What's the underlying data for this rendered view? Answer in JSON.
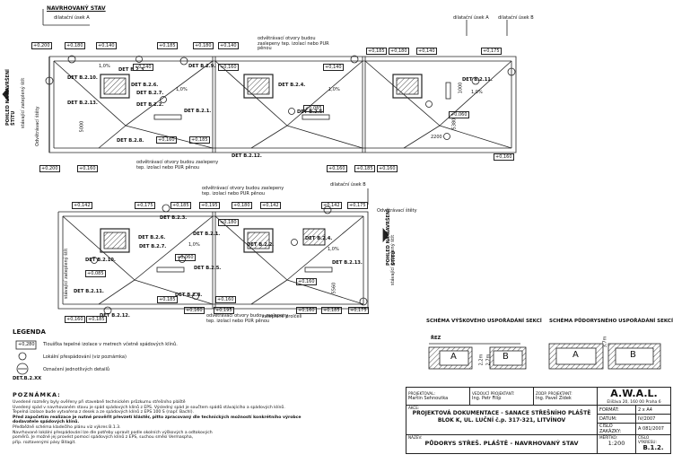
{
  "view_labels": {
    "top_north": "NAVRHOVANÝ STAV",
    "left_top_view": "POHLED NA NAVRŠENÍ ŠTÍTU",
    "right_bottom_view": "POHLED NA NAVRŠENÍ ŠTÍTU",
    "section_a_top": "dilatační úsek A",
    "section_a_top_right": "dilatační úsek A",
    "section_b_top_right": "dilatační úsek B",
    "section_b_bottom": "dilatační úsek B",
    "existing_attic_left": "stávající zateplený štít",
    "existing_attic_left2": "stávající zateplený štít",
    "existing_attic_right": "stávající zateplený štít",
    "edge_left": "Odvětrávací štěty",
    "edge_right": "Odvětrávací štěty"
  },
  "plan_notes": {
    "vent_top": "odvětrávací otvory budou zaslepeny tep. izolací nebo PUR pěnou",
    "vent_mid": "odvětrávací otvory budou zaslepeny tep. izolací nebo PUR pěnou",
    "vent_mid2": "odvětrávací otvory budou zaslepeny tep. izolací nebo PUR pěnou",
    "vent_bottom": "odvětrávací otvory budou zaslepeny tep. izolací nebo PUR pěnou",
    "gutter": "zateplené prolčeli"
  },
  "detail_tags": {
    "t1": "DET B.2.3.",
    "t2": "DET B.2.9.",
    "t3": "DET B.2.10.",
    "t4": "DET B.2.6.",
    "t5": "DET B.2.7.",
    "t6": "DET B.2.13.",
    "t7": "DET B.2.2.",
    "t8": "DET B.2.1.",
    "t9": "DET B.2.4.",
    "t10": "DET B.2.5.",
    "t11": "DET B.2.8.",
    "t12": "DET B.2.12.",
    "t13": "DET B.2.11.",
    "t14": "DET B.2.10.",
    "t15": "DET B.2.2.",
    "t16": "DET B.2.8.",
    "t17": "DET B.2.6.",
    "t18": "DET B.2.7.",
    "t19": "DET B.2.1.",
    "t20": "DET B.2.5.",
    "t21": "DET B.2.3.",
    "t22": "DET B.2.4.",
    "t23": "DET B.2.13.",
    "t24": "DET B.2.11.",
    "t25": "DET B.2.12.",
    "t26": "DET B.2.8."
  },
  "thickness_tags": {
    "a": "+0,200",
    "b": "+0,180",
    "c": "+0,140",
    "d": "+0,140",
    "e": "+0,185",
    "f": "+0,180",
    "g": "+0,140",
    "h": "+0,185",
    "i": "+0,180",
    "j": "+0,140",
    "k": "+0,160",
    "l": "+0,185",
    "m": "+0,160",
    "n": "+0,200",
    "o": "+0,160",
    "p": "+0,160",
    "q": "+0,185",
    "r": "+0,160",
    "s": "+0,175",
    "t": "+0,140",
    "u": "+0,142",
    "v": "+0,175",
    "w": "+0,185",
    "x": "+0,195",
    "y": "+0,180",
    "z": "+0,142",
    "aa": "+0,142",
    "ab": "+0,175",
    "ac": "+0,160",
    "ad": "+0,185",
    "ae": "+0,160",
    "af": "+0,195",
    "ag": "+0,160",
    "ah": "+0,185",
    "ai": "+0,175",
    "aj": "+0,160",
    "ak": "+0,180",
    "al": "+0,160",
    "am": "+0,185",
    "an": "+0,160",
    "ao": "+0,060",
    "ap": "+0,060",
    "aq": "+0,085",
    "ar": "+0,085"
  },
  "slope_labels": {
    "s1": "1,0%",
    "s2": "1,0%",
    "s3": "1,0%",
    "s4": "1,0%",
    "s5": "1,0%",
    "s6": "1,0%"
  },
  "dims": {
    "d1": "5380",
    "d2": "5000",
    "d3": "2200",
    "d4": "5560",
    "d5": "1000"
  },
  "legend": {
    "title": "LEGENDA",
    "item1_tag": "+0,280",
    "item1_text": "Tloušťka tepelné izolace v metrech včetně spádových klínů.",
    "item2_text": "Lokální přespádování (viz poznámka)",
    "item3_text": "Označení jednotlivých detailů",
    "item3_tag": "DET.B.2.XX"
  },
  "notes": {
    "title": "POZNÁMKA:",
    "lines": [
      "Uvedené rozměry byly ověřeny při stavebně technickém průzkumu střešního pláště",
      "Uvedený spád v navrhovaném stavu je spád spádových klínů z EPS. Výsledný spád je součtem spádů stávajícího a spádových klínů.",
      "Tepelná izolace bude vytvořena z desek a ze spádových klínů z EPS 100 S (např. Bachl).",
      "Před započetím realizace je nutné prověřit převzetí klástěr, pitto zpracovaný dle technických možností konkrétního výrobce",
      "dodavatele spádových klínů.",
      "Předběžně schéma kladečího plánu viz výkres B.1.3.",
      "Navrhované lokální přespádování lze dle potřeby upravit podle okolních výškových a odtokových",
      "poměrů. Je možné jej provést pomocí spádových klínů z EPS, suchou směsí Vermaspha,",
      "příp. roztavenými pásy Bitagit."
    ]
  },
  "schemes": {
    "vertical_title": "SCHÉMA VÝŠKOVÉHO USPOŘÁDÁNÍ SEKCÍ",
    "plan_title": "SCHÉMA PŮDORYSNÉHO USPOŘÁDÁNÍ SEKCÍ",
    "rez_label": "ŘEZ",
    "a": "A",
    "b": "B",
    "a2": "A",
    "b2": "B",
    "dim_v1": "2,2m",
    "dim_v2": "2,7m",
    "dim_p": "3,7m"
  },
  "title_block": {
    "projektant_label": "PROJEKTOVAL:",
    "projektant": "Martin Sehnoutka",
    "vedouci_label": "VEDOUCÍ PROJEKTANT:",
    "vedouci": "Ing. Petr Filip",
    "zodp_label": "ZODP. PROJEKTANT:",
    "zodp": "Ing. Pavel Zídek",
    "company": "A.W.A.L.",
    "company_address": "Elišáva 20, 160 00 Praha 6",
    "akce_label": "AKCE:",
    "akce_line1": "PROJEKTOVÁ DOKUMENTACE - SANACE STŘEŠNÍHO PLÁŠTĚ",
    "akce_line2": "BLOK K, UL. LUČNÍ č.p. 317-321, LITVÍNOV",
    "format_label": "FORMÁT:",
    "format": "2 x A4",
    "datum_label": "DATUM:",
    "datum": "IV/2007",
    "zakazka_label": "ČÍSLO ZAKÁZKY:",
    "zakazka": "A 081/2007",
    "nazev_label": "NÁZEV:",
    "nazev": "PŮDORYS STŘEŠ. PLÁŠTĚ - NAVRHOVANÝ STAV",
    "meritko_label": "MĚŘÍTKO:",
    "meritko": "1:200",
    "cislo_label": "ČÍSLO VÝKRESU:",
    "cislo": "B.1.2."
  }
}
